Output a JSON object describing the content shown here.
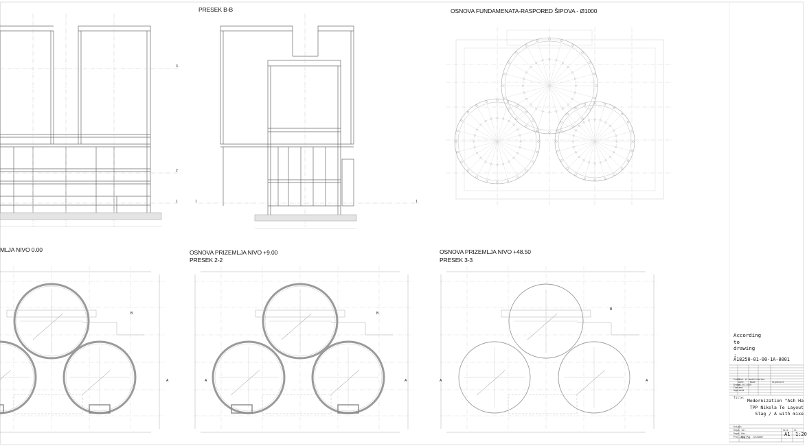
{
  "drawings": {
    "section_bb_title": "PRESEK B-B",
    "foundation_plan_title": "OSNOVA FUNDAMENATA-RASPORED ŠIPOVA - Ø1000",
    "plan_000_title": "MLJA NIVO 0.00",
    "plan_900_title": "OSNOVA PRIZEMLJA NIVO +9.00",
    "plan_900_subtitle": "PRESEK 2-2",
    "plan_4850_title": "OSNOVA PRIZEMLJA NIVO +48.50",
    "plan_4850_subtitle": "PRESEK 3-3"
  },
  "markers": {
    "level_3": "3",
    "level_2": "2",
    "level_1": "1",
    "section_a": "A",
    "section_b": "B"
  },
  "title_block": {
    "according_to": "According\nto\ndrawing\n:",
    "drawing_number": "A18250-01-00-1A-0001",
    "title_label": "Title:",
    "title_text": "Modernization \"Ash Ha\nTPP Nikola Te\nLayout Slag / A\nwith mixe",
    "size_value": "A1",
    "scale_value": "1:20",
    "project_number": "A18250",
    "row_labels": [
      "Index",
      "Date",
      "Drawn",
      "Checked",
      "Approved",
      "Origin",
      "Regd. Ser.",
      "Regd. Rev.",
      "Proj. No."
    ],
    "col_labels": [
      "Text of modification",
      "Name",
      "Signature",
      "Size",
      "Sc"
    ],
    "customer_label": "Customer",
    "date_value": "01.01.2019"
  }
}
